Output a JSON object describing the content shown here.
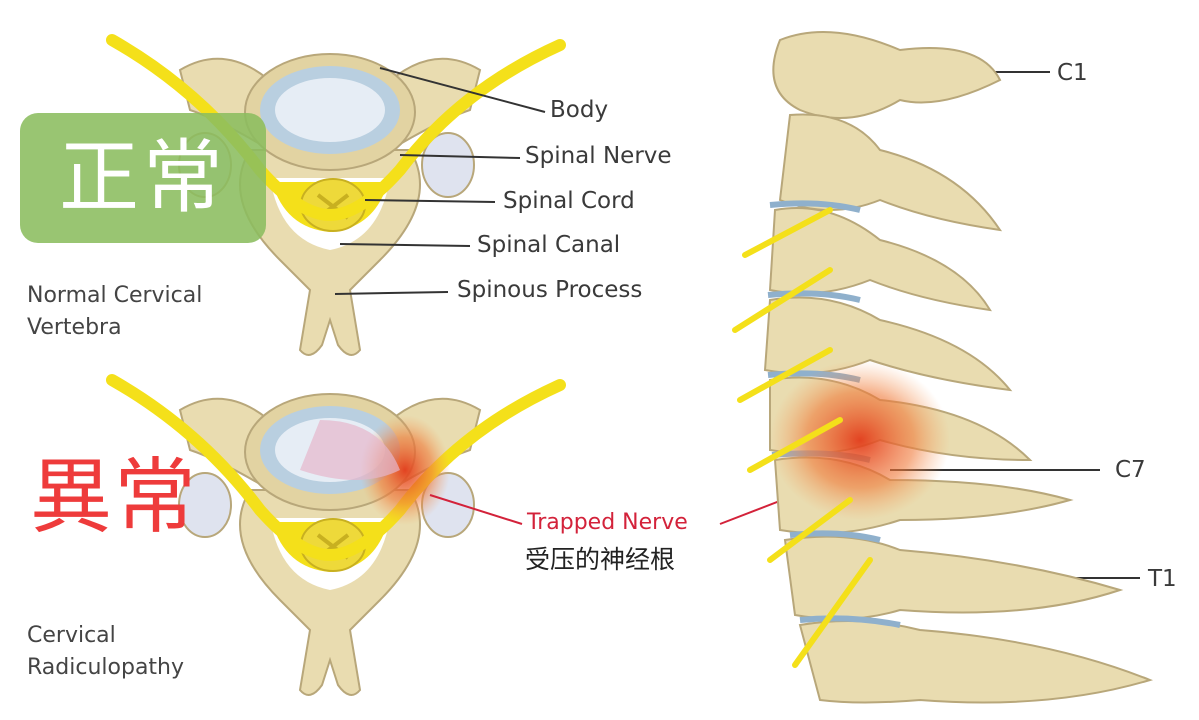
{
  "badges": {
    "normal": "正常",
    "abnormal": "異常"
  },
  "normal_vertebra": {
    "caption_line1": "Normal Cervical",
    "caption_line2": "Vertebra",
    "labels": [
      "Body",
      "Spinal Nerve",
      "Spinal Cord",
      "Spinal Canal",
      "Spinous Process"
    ]
  },
  "abnormal_vertebra": {
    "caption_line1": "Cervical",
    "caption_line2": "Radiculopathy",
    "trapped_label": "Trapped Nerve",
    "trapped_label_cn": "受压的神经根"
  },
  "spine_labels": [
    "C1",
    "C7",
    "T1"
  ],
  "colors": {
    "bone": "#e9dcb0",
    "nerve": "#f4e01a",
    "disc": "#c9dbe8",
    "inflammation": "#e8502a",
    "badge_green": "#8bbd5e",
    "badge_red": "#ee3b3b",
    "trapped_red": "#d3223a"
  }
}
